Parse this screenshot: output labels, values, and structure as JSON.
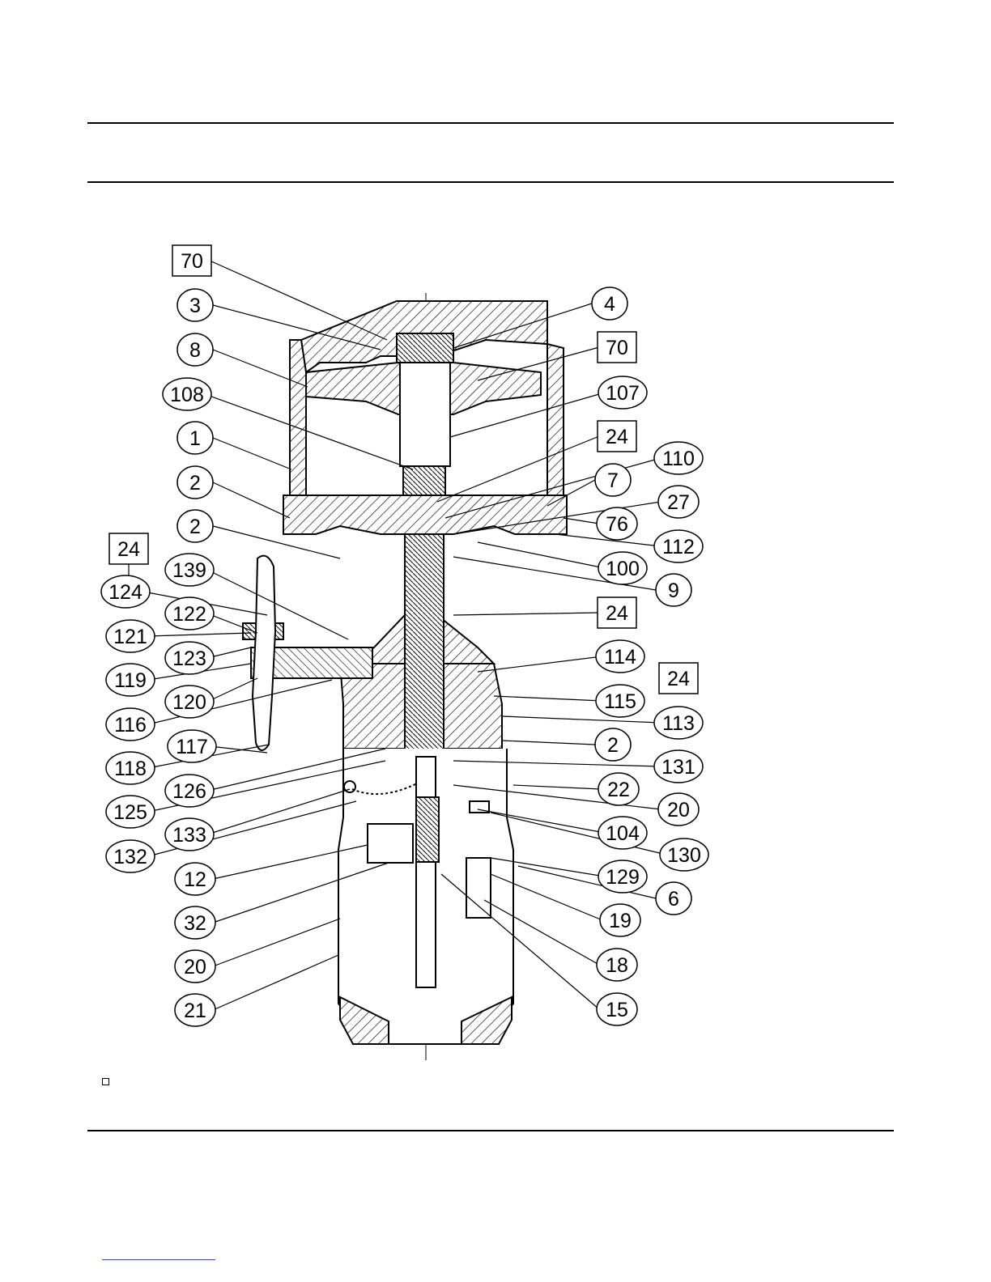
{
  "callouts": [
    {
      "label": "70",
      "shape": "box"
    },
    {
      "label": "3",
      "shape": "circle"
    },
    {
      "label": "8",
      "shape": "circle"
    },
    {
      "label": "108",
      "shape": "circle"
    },
    {
      "label": "1",
      "shape": "circle"
    },
    {
      "label": "2",
      "shape": "circle"
    },
    {
      "label": "2",
      "shape": "circle"
    },
    {
      "label": "24",
      "shape": "box"
    },
    {
      "label": "124",
      "shape": "circle"
    },
    {
      "label": "139",
      "shape": "circle"
    },
    {
      "label": "122",
      "shape": "circle"
    },
    {
      "label": "121",
      "shape": "circle"
    },
    {
      "label": "123",
      "shape": "circle"
    },
    {
      "label": "119",
      "shape": "circle"
    },
    {
      "label": "120",
      "shape": "circle"
    },
    {
      "label": "116",
      "shape": "circle"
    },
    {
      "label": "117",
      "shape": "circle"
    },
    {
      "label": "118",
      "shape": "circle"
    },
    {
      "label": "126",
      "shape": "circle"
    },
    {
      "label": "125",
      "shape": "circle"
    },
    {
      "label": "133",
      "shape": "circle"
    },
    {
      "label": "132",
      "shape": "circle"
    },
    {
      "label": "12",
      "shape": "circle"
    },
    {
      "label": "32",
      "shape": "circle"
    },
    {
      "label": "20",
      "shape": "circle"
    },
    {
      "label": "21",
      "shape": "circle"
    },
    {
      "label": "4",
      "shape": "circle"
    },
    {
      "label": "70",
      "shape": "box"
    },
    {
      "label": "107",
      "shape": "circle"
    },
    {
      "label": "24",
      "shape": "box"
    },
    {
      "label": "110",
      "shape": "circle"
    },
    {
      "label": "7",
      "shape": "circle"
    },
    {
      "label": "27",
      "shape": "circle"
    },
    {
      "label": "76",
      "shape": "circle"
    },
    {
      "label": "112",
      "shape": "circle"
    },
    {
      "label": "100",
      "shape": "circle"
    },
    {
      "label": "9",
      "shape": "circle"
    },
    {
      "label": "24",
      "shape": "box"
    },
    {
      "label": "114",
      "shape": "circle"
    },
    {
      "label": "24",
      "shape": "box"
    },
    {
      "label": "115",
      "shape": "circle"
    },
    {
      "label": "113",
      "shape": "circle"
    },
    {
      "label": "2",
      "shape": "circle"
    },
    {
      "label": "131",
      "shape": "circle"
    },
    {
      "label": "22",
      "shape": "circle"
    },
    {
      "label": "20",
      "shape": "circle"
    },
    {
      "label": "104",
      "shape": "circle"
    },
    {
      "label": "130",
      "shape": "circle"
    },
    {
      "label": "129",
      "shape": "circle"
    },
    {
      "label": "6",
      "shape": "circle"
    },
    {
      "label": "19",
      "shape": "circle"
    },
    {
      "label": "18",
      "shape": "circle"
    },
    {
      "label": "15",
      "shape": "circle"
    }
  ]
}
